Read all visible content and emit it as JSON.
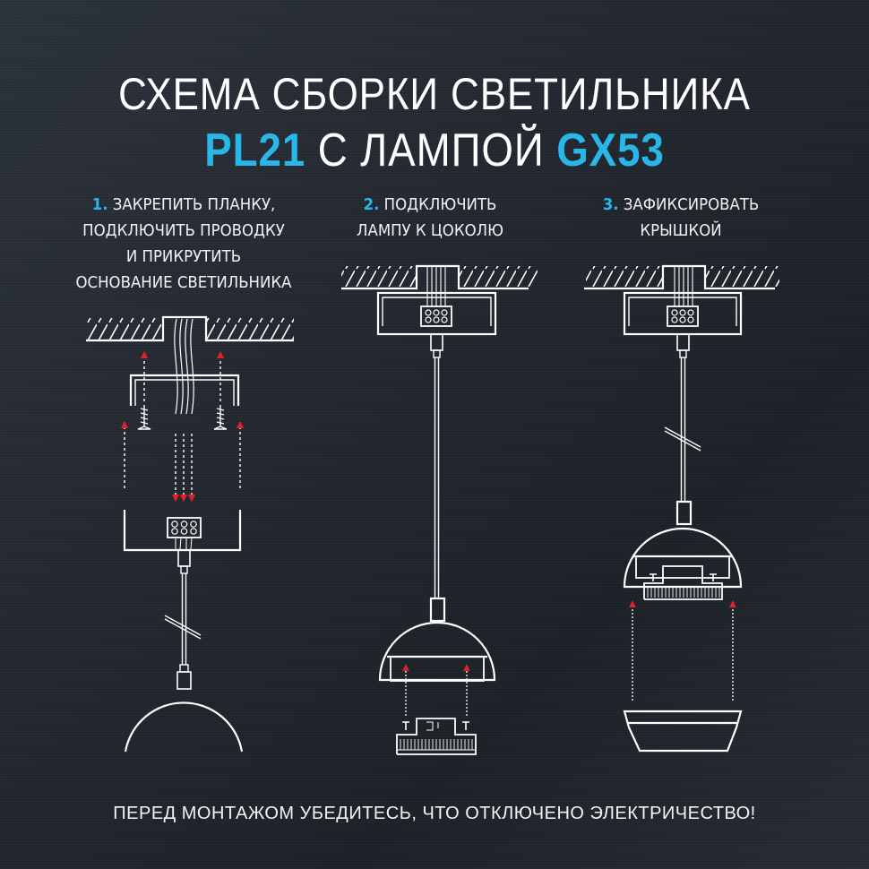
{
  "title": {
    "line1": "СХЕМА СБОРКИ СВЕТИЛЬНИКА",
    "line2_model": "PL21",
    "line2_middle": " С ЛАМПОЙ ",
    "line2_lamp": "GX53"
  },
  "steps": [
    {
      "number": "1.",
      "lines": [
        "ЗАКРЕПИТЬ ПЛАНКУ,",
        "ПОДКЛЮЧИТЬ ПРОВОДКУ",
        "И ПРИКРУТИТЬ",
        "ОСНОВАНИЕ СВЕТИЛЬНИКА"
      ]
    },
    {
      "number": "2.",
      "lines": [
        "ПОДКЛЮЧИТЬ",
        "ЛАМПУ К ЦОКОЛЮ"
      ]
    },
    {
      "number": "3.",
      "lines": [
        "ЗАФИКСИРОВАТЬ",
        "КРЫШКОЙ"
      ]
    }
  ],
  "warning": "ПЕРЕД МОНТАЖОМ УБЕДИТЕСЬ, ЧТО ОТКЛЮЧЕНО ЭЛЕКТРИЧЕСТВО!",
  "colors": {
    "accent": "#29b6e9",
    "arrow": "#e0232b",
    "line": "#ffffff",
    "background": "#23282f"
  }
}
